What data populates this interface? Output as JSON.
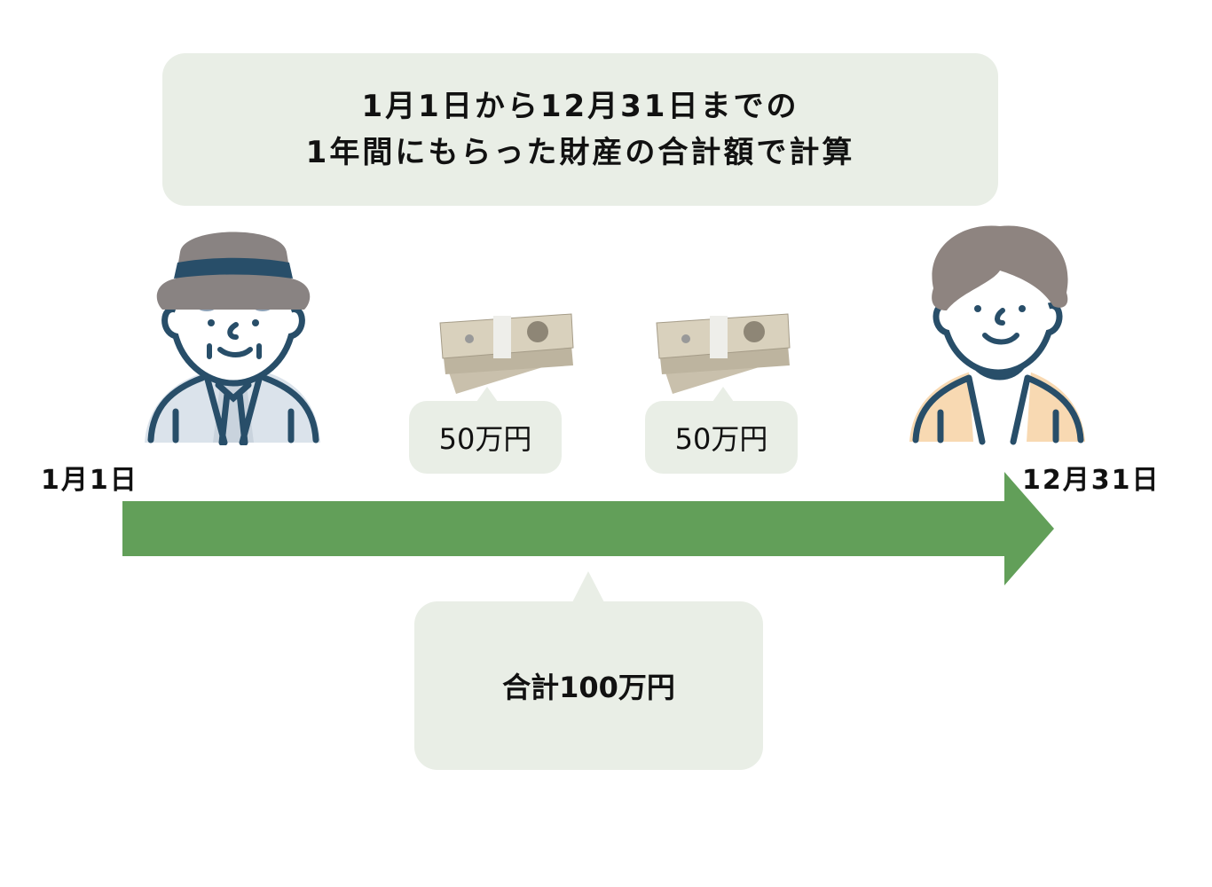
{
  "header": {
    "line1": "1月1日から12月31日までの",
    "line2": "1年間にもらった財産の合計額で計算"
  },
  "timeline": {
    "start_label": "1月1日",
    "end_label": "12月31日",
    "arrow_color": "#629f59"
  },
  "gifts": [
    {
      "amount": "50万円",
      "icon": "money-stack-icon"
    },
    {
      "amount": "50万円",
      "icon": "money-stack-icon"
    }
  ],
  "total": {
    "label": "合計100万円"
  },
  "people": [
    {
      "icon": "elderly-man-giver-icon"
    },
    {
      "icon": "young-person-receiver-icon"
    }
  ],
  "colors": {
    "bubble": "#e9eee6",
    "navy": "#284e69"
  }
}
